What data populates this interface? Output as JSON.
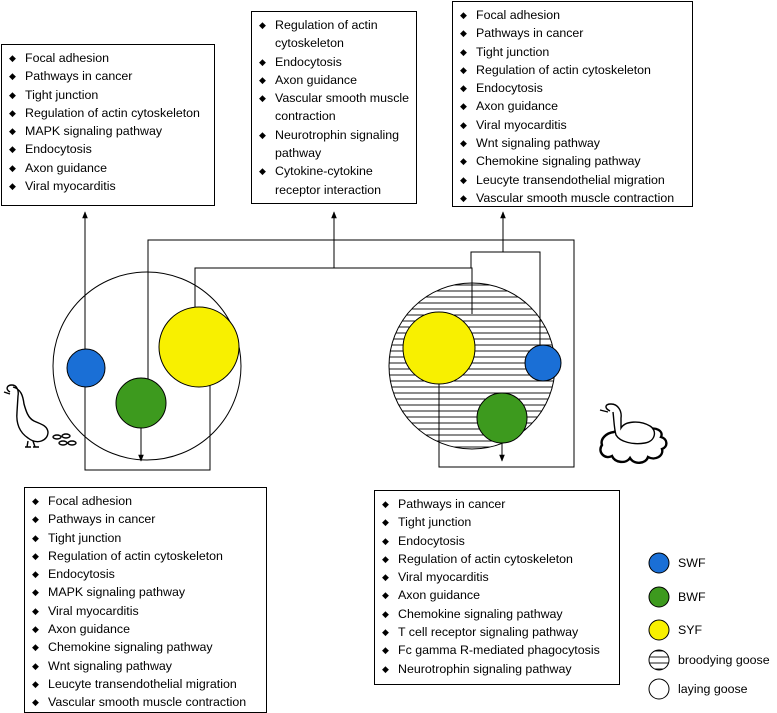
{
  "boxes": {
    "top_left": [
      "Focal adhesion",
      "Pathways in cancer",
      "Tight junction",
      "Regulation of actin cytoskeleton",
      "MAPK signaling pathway",
      "Endocytosis",
      "Axon guidance",
      "Viral myocarditis"
    ],
    "top_middle": [
      "Regulation of actin cytoskeleton",
      "Endocytosis",
      "Axon guidance",
      "Vascular smooth muscle contraction",
      "Neurotrophin signaling pathway",
      "Cytokine-cytokine receptor interaction"
    ],
    "top_right": [
      "Focal adhesion",
      "Pathways in cancer",
      "Tight junction",
      "Regulation of actin cytoskeleton",
      "Endocytosis",
      "Axon guidance",
      "Viral myocarditis",
      "Wnt signaling pathway",
      "Chemokine signaling pathway",
      "Leucyte transendothelial migration",
      "Vascular smooth muscle contraction"
    ],
    "bottom_left": [
      "Focal adhesion",
      "Pathways in cancer",
      "Tight junction",
      "Regulation of actin cytoskeleton",
      "Endocytosis",
      "MAPK signaling pathway",
      "Viral myocarditis",
      "Axon guidance",
      "Chemokine signaling pathway",
      "Wnt signaling pathway",
      "Leucyte transendothelial migration",
      "Vascular smooth muscle contraction"
    ],
    "bottom_right": [
      "Pathways in cancer",
      "Tight junction",
      "Endocytosis",
      "Regulation of actin cytoskeleton",
      "Viral myocarditis",
      "Axon guidance",
      "Chemokine signaling pathway",
      "T cell receptor signaling pathway",
      "Fc gamma R-mediated phagocytosis",
      "Neurotrophin signaling pathway"
    ]
  },
  "legend": {
    "swf": "SWF",
    "bwf": "BWF",
    "syf": "SYF",
    "broodying": "broodying goose",
    "laying": "laying goose"
  },
  "colors": {
    "swf": "#1a6fd6",
    "bwf": "#3d9a1e",
    "syf": "#f8f000"
  }
}
